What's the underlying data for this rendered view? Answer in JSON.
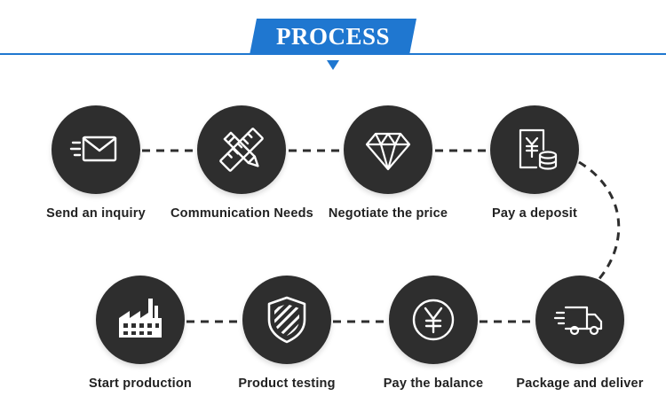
{
  "header": {
    "title": "PROCESS"
  },
  "colors": {
    "accent": "#1f77d0",
    "circle": "#2e2e2e",
    "icon": "#ffffff"
  },
  "steps": [
    {
      "label": "Send an inquiry",
      "icon": "envelope-icon"
    },
    {
      "label": "Communication Needs",
      "icon": "pencil-ruler-icon"
    },
    {
      "label": "Negotiate the price",
      "icon": "diamond-icon"
    },
    {
      "label": "Pay a deposit",
      "icon": "yen-receipt-icon"
    },
    {
      "label": "Start production",
      "icon": "factory-icon"
    },
    {
      "label": "Product testing",
      "icon": "shield-icon"
    },
    {
      "label": "Pay the balance",
      "icon": "yen-coin-icon"
    },
    {
      "label": "Package and deliver",
      "icon": "delivery-truck-icon"
    }
  ]
}
